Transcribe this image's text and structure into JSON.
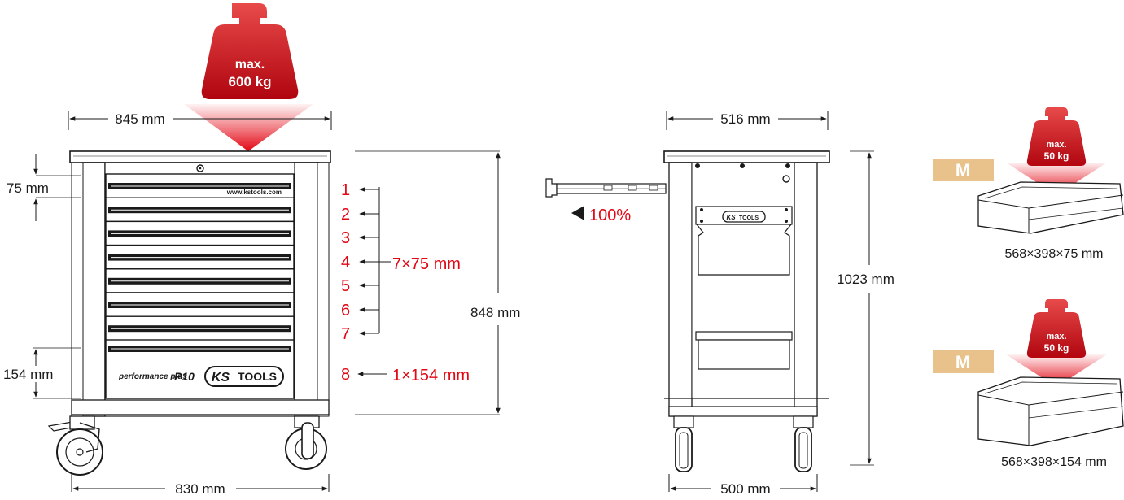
{
  "top_weight": {
    "line1": "max.",
    "line2": "600 kg"
  },
  "front": {
    "width_top": "845 mm",
    "width_bottom": "830 mm",
    "height": "848 mm",
    "drawer_small": "75 mm",
    "drawer_large": "154 mm",
    "url": "www.kstools.com",
    "drawer_numbers": [
      "1",
      "2",
      "3",
      "4",
      "5",
      "6",
      "7",
      "8"
    ],
    "group_label": "7×75 mm",
    "large_label": "1×154 mm",
    "brand_ks": "KS",
    "brand_tools": "TOOLS",
    "series": "performance plus",
    "model": "P10"
  },
  "side": {
    "width_top": "516 mm",
    "width_bottom": "500 mm",
    "height": "1023 mm",
    "extension": "100%",
    "brand_ks": "KS",
    "brand_tools": "TOOLS"
  },
  "drawers": [
    {
      "badge": "M",
      "weight_line1": "max.",
      "weight_line2": "50 kg",
      "size": "568×398×75 mm"
    },
    {
      "badge": "M",
      "weight_line1": "max.",
      "weight_line2": "50 kg",
      "size": "568×398×154 mm"
    }
  ],
  "colors": {
    "red": "#e30613",
    "badge": "#e8c28a",
    "line": "#1a1a1a"
  }
}
